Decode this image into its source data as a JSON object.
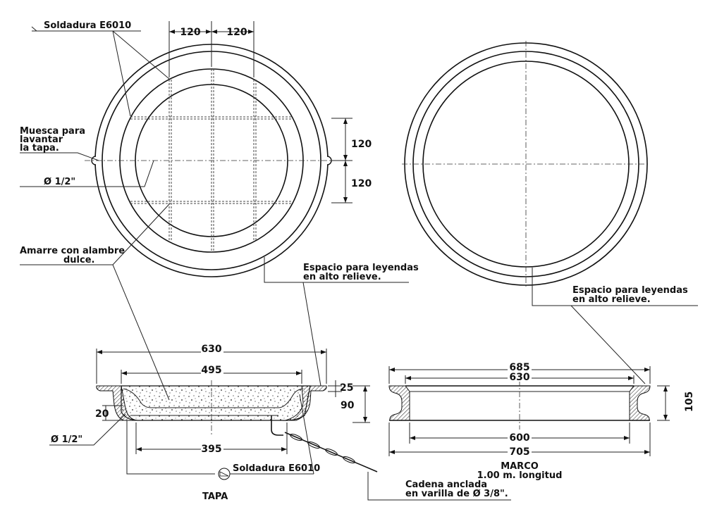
{
  "tapa_plan": {
    "labels": {
      "weld_top": "Soldadura E6010",
      "notch": [
        "Muesca para",
        "lavantar",
        "la tapa."
      ],
      "rebar": "Ø 1/2\"",
      "tie": [
        "Amarre con alambre",
        "dulce."
      ],
      "legend_space": [
        "Espacio para leyendas",
        "en alto relieve."
      ]
    },
    "dims": {
      "spacing_h1": "120",
      "spacing_h2": "120",
      "spacing_v1": "120",
      "spacing_v2": "120"
    }
  },
  "marco_plan": {
    "labels": {
      "legend_space": [
        "Espacio para leyendas",
        "en alto relieve."
      ]
    }
  },
  "tapa_section": {
    "title": "TAPA",
    "dims": {
      "overall": "630",
      "top_inner": "495",
      "bottom": "395",
      "lip": "25",
      "height": "90",
      "rebar_cover": "20"
    },
    "labels": {
      "rebar": "Ø 1/2\"",
      "weld": "Soldadura E6010",
      "chain": [
        "Cadena anclada",
        "en varilla de Ø 3/8\"."
      ]
    }
  },
  "marco_section": {
    "title": "MARCO",
    "subtitle": "1.00 m. longitud",
    "dims": {
      "top_outer": "685",
      "top_inner": "630",
      "inner": "600",
      "overall": "705",
      "height": "105"
    }
  }
}
